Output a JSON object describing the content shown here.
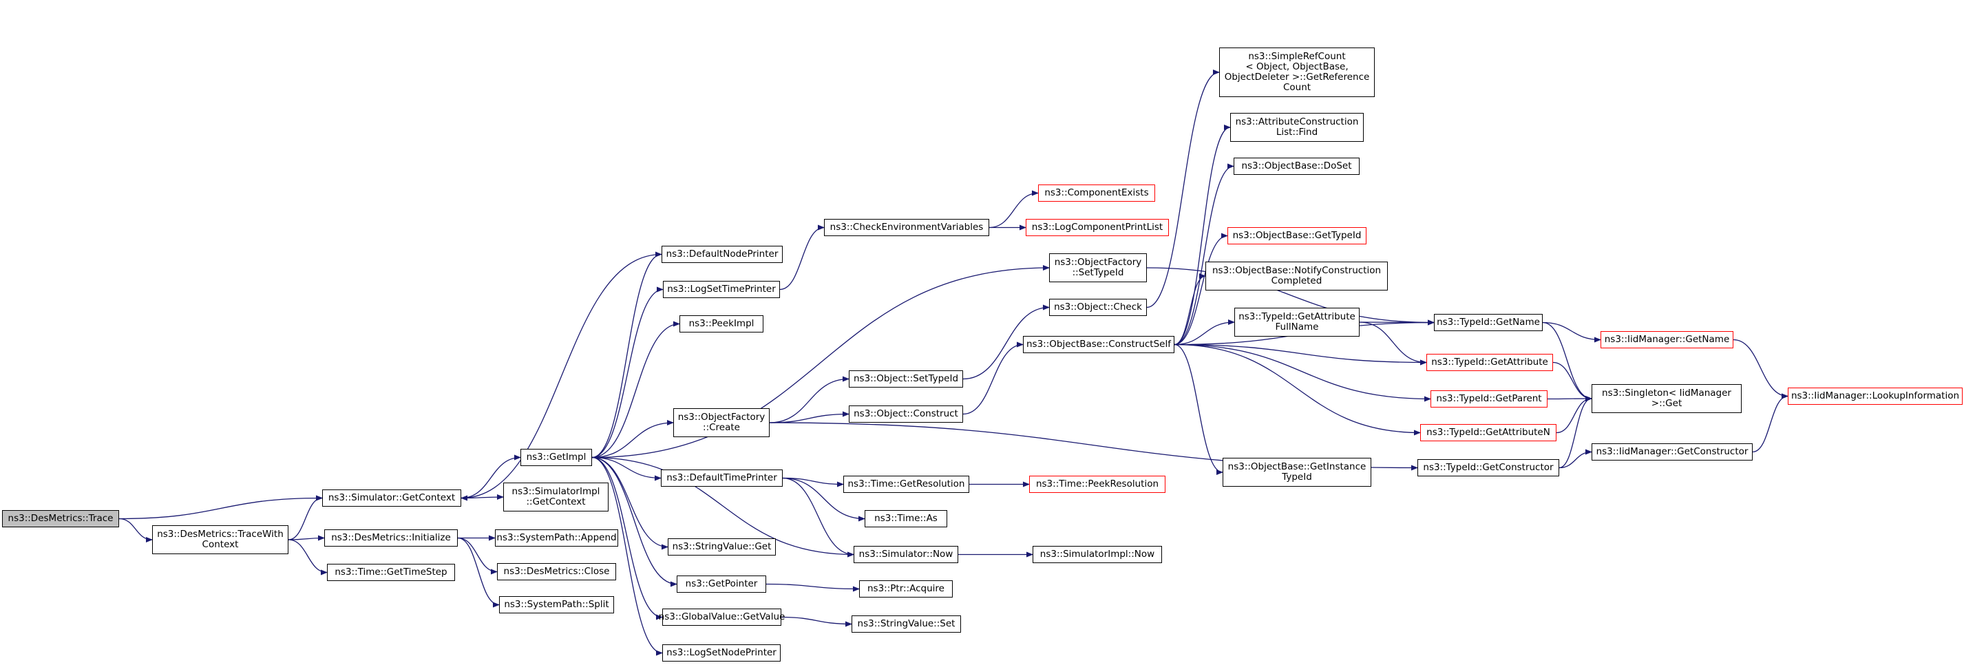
{
  "colors": {
    "edge": "#191970",
    "root_fill": "#bfbfbf",
    "external_border": "#ff0000"
  },
  "nodes": {
    "trace": "ns3::DesMetrics::Trace",
    "trace_with_context": "ns3::DesMetrics::TraceWith\nContext",
    "get_context": "ns3::Simulator::GetContext",
    "initialize": "ns3::DesMetrics::Initialize",
    "get_time_step": "ns3::Time::GetTimeStep",
    "get_impl": "ns3::GetImpl",
    "simimpl_get_context": "ns3::SimulatorImpl\n::GetContext",
    "append": "ns3::SystemPath::Append",
    "close": "ns3::DesMetrics::Close",
    "split": "ns3::SystemPath::Split",
    "default_node_printer": "ns3::DefaultNodePrinter",
    "log_set_time_printer": "ns3::LogSetTimePrinter",
    "peek_impl": "ns3::PeekImpl",
    "object_factory_create": "ns3::ObjectFactory\n::Create",
    "default_time_printer": "ns3::DefaultTimePrinter",
    "string_value_get": "ns3::StringValue::Get",
    "get_pointer": "ns3::GetPointer",
    "global_value_get_value": "ns3::GlobalValue::GetValue",
    "log_set_node_printer": "ns3::LogSetNodePrinter",
    "check_env_vars": "ns3::CheckEnvironmentVariables",
    "object_factory_set_type_id": "ns3::ObjectFactory\n::SetTypeId",
    "object_check": "ns3::Object::Check",
    "object_set_type_id": "ns3::Object::SetTypeId",
    "object_construct": "ns3::Object::Construct",
    "time_get_resolution": "ns3::Time::GetResolution",
    "time_as": "ns3::Time::As",
    "simulator_now": "ns3::Simulator::Now",
    "ptr_acquire": "ns3::Ptr::Acquire",
    "string_value_set": "ns3::StringValue::Set",
    "component_exists": "ns3::ComponentExists",
    "log_component_print_list": "ns3::LogComponentPrintList",
    "construct_self": "ns3::ObjectBase::ConstructSelf",
    "peek_resolution": "ns3::Time::PeekResolution",
    "simimpl_now": "ns3::SimulatorImpl::Now",
    "simple_ref_count": "ns3::SimpleRefCount\n< Object, ObjectBase,\nObjectDeleter >::GetReference\nCount",
    "attr_construction_find": "ns3::AttributeConstruction\nList::Find",
    "object_base_do_set": "ns3::ObjectBase::DoSet",
    "object_base_get_type_id": "ns3::ObjectBase::GetTypeId",
    "notify_construction_completed": "ns3::ObjectBase::NotifyConstruction\nCompleted",
    "get_attribute_full_name": "ns3::TypeId::GetAttribute\nFullName",
    "type_id_get_attribute": "ns3::TypeId::GetAttribute",
    "type_id_get_parent": "ns3::TypeId::GetParent",
    "type_id_get_attribute_n": "ns3::TypeId::GetAttributeN",
    "get_instance_type_id": "ns3::ObjectBase::GetInstance\nTypeId",
    "type_id_get_constructor": "ns3::TypeId::GetConstructor",
    "type_id_get_name": "ns3::TypeId::GetName",
    "singleton_get": "ns3::Singleton< IidManager\n>::Get",
    "iid_get_constructor": "ns3::IidManager::GetConstructor",
    "iid_get_name": "ns3::IidManager::GetName",
    "iid_lookup_information": "ns3::IidManager::LookupInformation"
  }
}
